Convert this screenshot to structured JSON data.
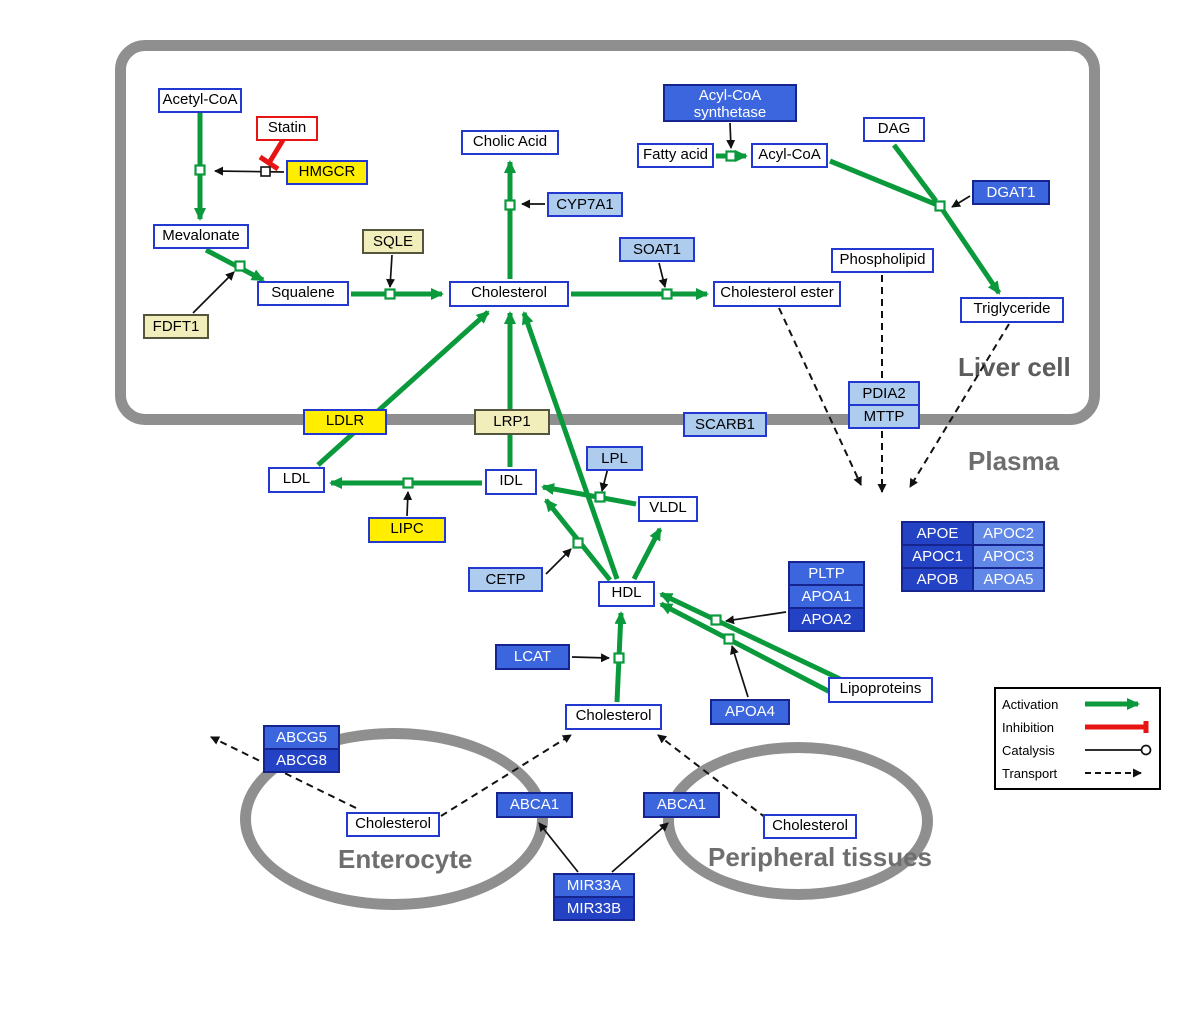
{
  "compartments": {
    "liver": "Liver cell",
    "plasma": "Plasma",
    "enterocyte": "Enterocyte",
    "peripheral": "Peripheral tissues"
  },
  "labels": {
    "acetyl_coa": "Acetyl-CoA",
    "statin": "Statin",
    "hmgcr": "HMGCR",
    "mevalonate": "Mevalonate",
    "fdft1": "FDFT1",
    "squalene": "Squalene",
    "sqle": "SQLE",
    "cholesterol_liver": "Cholesterol",
    "cholic_acid": "Cholic Acid",
    "cyp7a1": "CYP7A1",
    "soat1": "SOAT1",
    "cholesterol_ester": "Cholesterol ester",
    "acyl_coa_synthetase": "Acyl-CoA synthetase",
    "fatty_acid": "Fatty acid",
    "acyl_coa": "Acyl-CoA",
    "dag": "DAG",
    "dgat1": "DGAT1",
    "phospholipid": "Phospholipid",
    "triglyceride": "Triglyceride",
    "pdia2": "PDIA2",
    "mttp": "MTTP",
    "ldlr": "LDLR",
    "lrp1": "LRP1",
    "scarb1": "SCARB1",
    "ldl": "LDL",
    "idl": "IDL",
    "lpl": "LPL",
    "vldl": "VLDL",
    "lipc": "LIPC",
    "cetp": "CETP",
    "hdl": "HDL",
    "pltp": "PLTP",
    "apoa1": "APOA1",
    "apoa2": "APOA2",
    "lcat": "LCAT",
    "apoa4": "APOA4",
    "lipoproteins": "Lipoproteins",
    "apoe": "APOE",
    "apoc2": "APOC2",
    "apoc1": "APOC1",
    "apoc3": "APOC3",
    "apob": "APOB",
    "apoa5": "APOA5",
    "cholesterol_plasma": "Cholesterol",
    "abcg5": "ABCG5",
    "abcg8": "ABCG8",
    "cholesterol_enterocyte": "Cholesterol",
    "abca1_enterocyte": "ABCA1",
    "abca1_peripheral": "ABCA1",
    "cholesterol_peripheral": "Cholesterol",
    "mir33a": "MIR33A",
    "mir33b": "MIR33B"
  },
  "legend": {
    "activation": "Activation",
    "inhibition": "Inhibition",
    "catalysis": "Catalysis",
    "transport": "Transport"
  },
  "colors": {
    "activation_green": "#0a9a3c",
    "inhibition_red": "#e81313",
    "membrane_gray": "#8f8f8f",
    "metabolite_border_blue": "#2338cf",
    "gene_yellow": "#ffee00",
    "gene_pale_yellow": "#f2eebb",
    "gene_light_blue": "#aecdee",
    "gene_blue": "#3b66dd",
    "gene_dark_blue": "#2443c4",
    "gene_mid_blue": "#6188e6"
  }
}
